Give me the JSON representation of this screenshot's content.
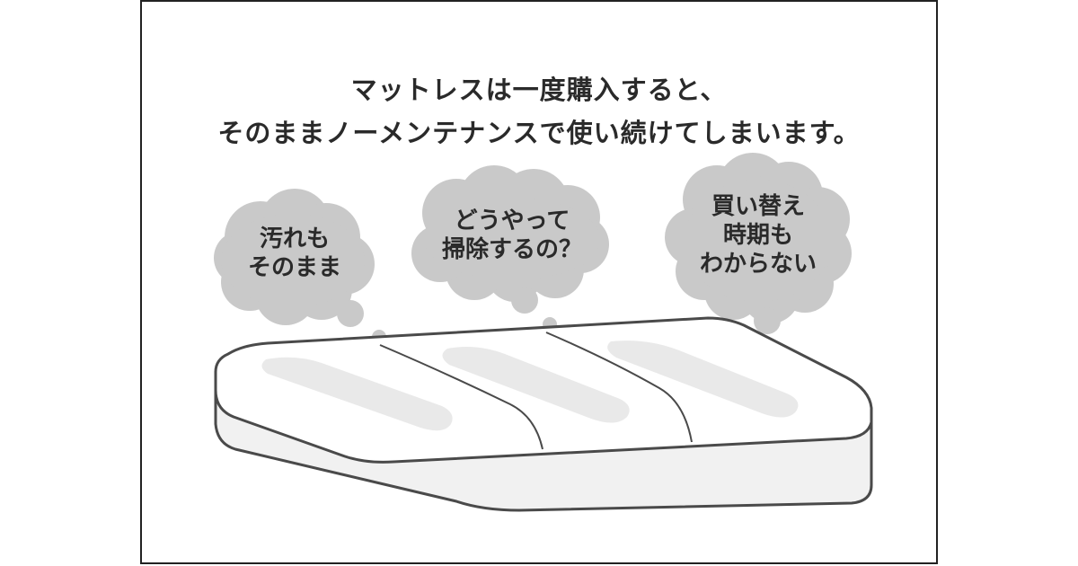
{
  "headline": {
    "line1": "マットレスは一度購入すると、",
    "line2": "そのままノーメンテナンスで使い続けてしまいます。"
  },
  "bubbles": [
    {
      "lines": [
        "汚れも",
        "そのまま"
      ]
    },
    {
      "lines": [
        "どうやって",
        "掃除するの？"
      ]
    },
    {
      "lines": [
        "買い替え",
        "時期も",
        "わからない"
      ]
    }
  ],
  "colors": {
    "bubble": "#c9c9c9",
    "frame": "#222222",
    "mattress_top": "#ffffff",
    "mattress_side": "#f1f1f1",
    "outline": "#4a4a4a",
    "pad": "#e9e9e9"
  }
}
